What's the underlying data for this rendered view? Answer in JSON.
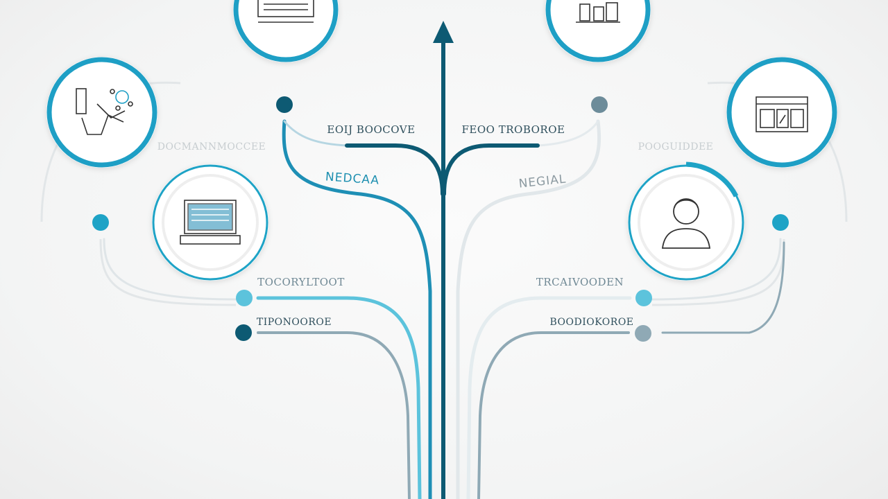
{
  "colors": {
    "dark_teal": "#0d5a73",
    "bright_teal": "#1ea3c6",
    "light_teal": "#5cc3dc",
    "grey_blue": "#8fa9b5",
    "pale": "#d8e1e5"
  },
  "labels": {
    "top_left": "EOIJ BOOCOVE",
    "top_right": "FEOO TROBOROE",
    "mid_left": "NEDCAA",
    "mid_right": "NEGIAL",
    "faint_left": "DOCMANNMOCCEE",
    "faint_right": "POOGUIDDEE",
    "lower_left": "TOCORYLTOOT",
    "lower_right": "TRCAIVOODEN",
    "bottom_left": "TIPONOOROE",
    "bottom_right": "BOODIOKOROE"
  },
  "icons": [
    "monitor-icon",
    "books-icon",
    "medical-molecule-icon",
    "laptop-icon",
    "browser-window-icon",
    "user-avatar-icon"
  ]
}
